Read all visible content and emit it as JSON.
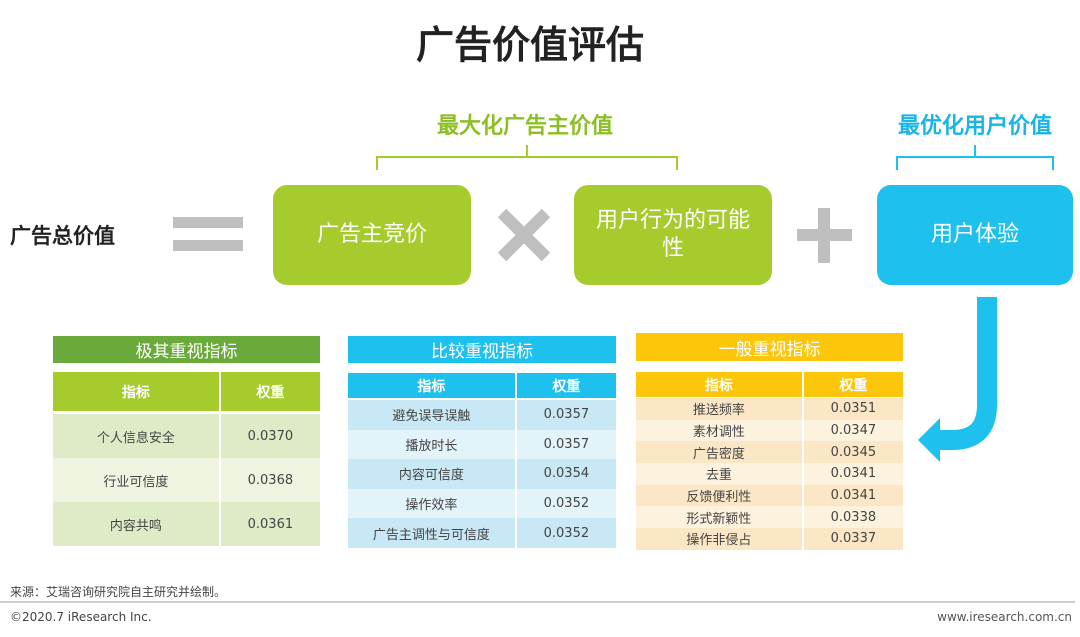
{
  "title": "广告价值评估",
  "formula": {
    "total_label": "广告总价值",
    "advertiser_group_label": "最大化广告主价值",
    "user_group_label": "最优化用户价值",
    "box1": "广告主竞价",
    "box2": "用户行为的可能性",
    "box3": "用户体验"
  },
  "tables": [
    {
      "title": "极其重视指标",
      "headers": [
        "指标",
        "权重"
      ],
      "rows": [
        [
          "个人信息安全",
          "0.0370"
        ],
        [
          "行业可信度",
          "0.0368"
        ],
        [
          "内容共鸣",
          "0.0361"
        ]
      ]
    },
    {
      "title": "比较重视指标",
      "headers": [
        "指标",
        "权重"
      ],
      "rows": [
        [
          "避免误导误触",
          "0.0357"
        ],
        [
          "播放时长",
          "0.0357"
        ],
        [
          "内容可信度",
          "0.0354"
        ],
        [
          "操作效率",
          "0.0352"
        ],
        [
          "广告主调性与可信度",
          "0.0352"
        ]
      ]
    },
    {
      "title": "一般重视指标",
      "headers": [
        "指标",
        "权重"
      ],
      "rows": [
        [
          "推送频率",
          "0.0351"
        ],
        [
          "素材调性",
          "0.0347"
        ],
        [
          "广告密度",
          "0.0345"
        ],
        [
          "去重",
          "0.0341"
        ],
        [
          "反馈便利性",
          "0.0341"
        ],
        [
          "形式新颖性",
          "0.0338"
        ],
        [
          "操作非侵占",
          "0.0337"
        ]
      ]
    }
  ],
  "footer": {
    "source": "来源：艾瑞咨询研究院自主研究并绘制。",
    "copyright": "©2020.7 iResearch Inc.",
    "website": "www.iresearch.com.cn"
  },
  "colors": {
    "green": "#a6cb2d",
    "blue": "#1ec0ee",
    "yellow": "#fcc60a",
    "dark_green": "#6aaa3a"
  }
}
